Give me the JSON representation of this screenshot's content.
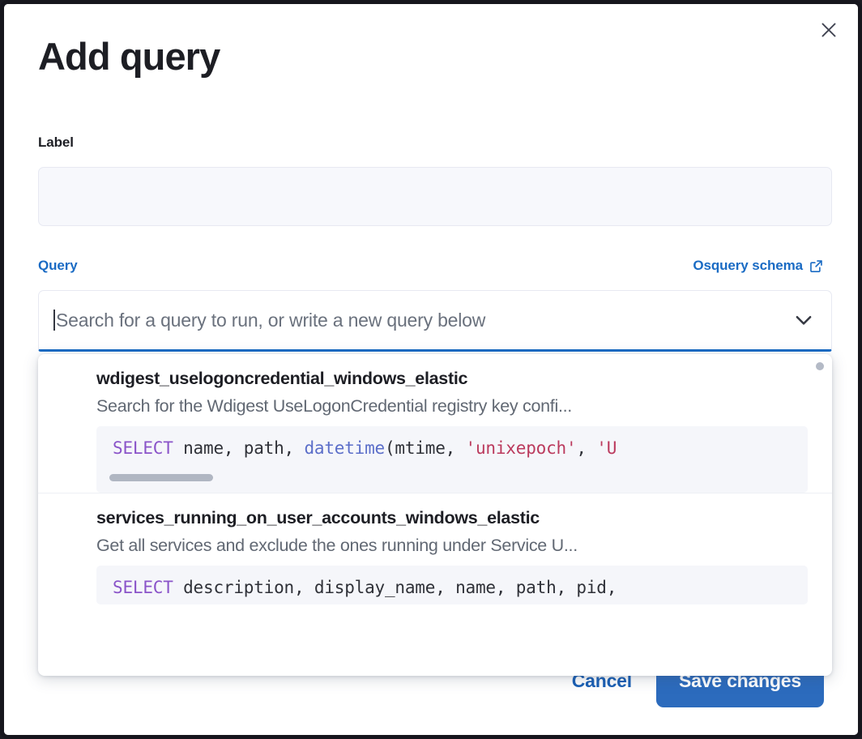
{
  "modal": {
    "title": "Add query",
    "close_icon": "close-icon"
  },
  "label_field": {
    "label": "Label",
    "value": "",
    "placeholder": ""
  },
  "query_field": {
    "label": "Query",
    "schema_link_text": "Osquery schema",
    "schema_link_icon": "external-link-icon",
    "combobox_placeholder": "Search for a query to run, or write a new query below",
    "combobox_value": "",
    "chevron_icon": "chevron-down-icon"
  },
  "dropdown": {
    "options": [
      {
        "title": "wdigest_uselogoncredential_windows_elastic",
        "description": "Search for the Wdigest UseLogonCredential registry key confi...",
        "code_tokens": [
          {
            "text": "SELECT",
            "type": "kw"
          },
          {
            "text": " name, path, ",
            "type": "txt"
          },
          {
            "text": "datetime",
            "type": "fn"
          },
          {
            "text": "(mtime, ",
            "type": "txt"
          },
          {
            "text": "'unixepoch'",
            "type": "str"
          },
          {
            "text": ", ",
            "type": "txt"
          },
          {
            "text": "'U",
            "type": "str"
          }
        ],
        "has_code_scrollbar": true
      },
      {
        "title": "services_running_on_user_accounts_windows_elastic",
        "description": "Get all services and exclude the ones running under Service U...",
        "code_tokens": [
          {
            "text": "SELECT",
            "type": "kw"
          },
          {
            "text": " description, display_name, name, path, pid,",
            "type": "txt"
          }
        ],
        "has_code_scrollbar": false
      }
    ]
  },
  "footer": {
    "cancel_label": "Cancel",
    "save_label": "Save changes"
  },
  "colors": {
    "accent_blue": "#1a6bc4",
    "primary_button": "#2c6bbd",
    "text_dark": "#1d1e24",
    "text_muted": "#616873",
    "code_bg": "#f5f6fa",
    "input_bg": "#f7f8fc",
    "keyword": "#8a54c9",
    "function": "#5b6ec9",
    "string": "#bb3a5d"
  }
}
